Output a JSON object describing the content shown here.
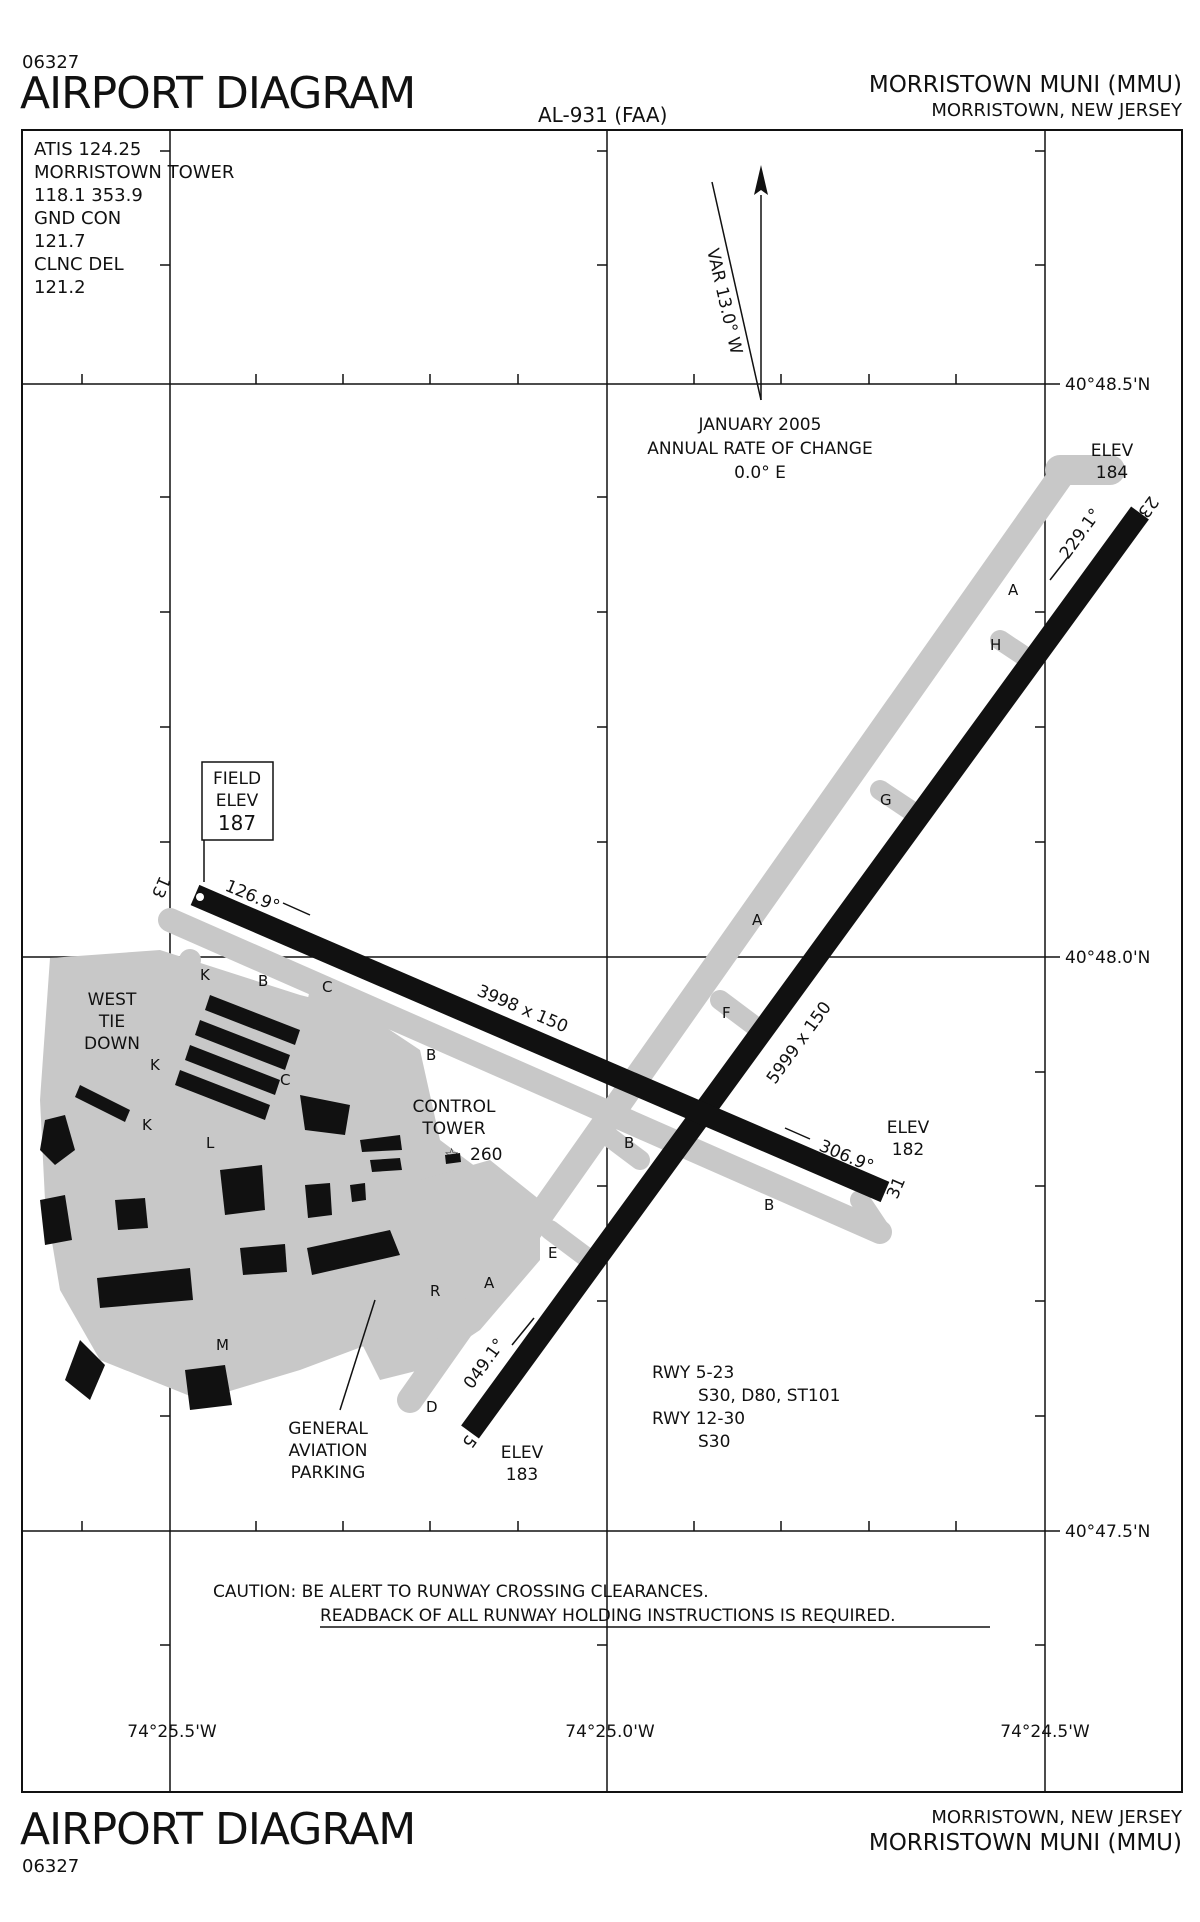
{
  "header": {
    "chart_number": "06327",
    "title": "AIRPORT DIAGRAM",
    "procedure": "AL-931 (FAA)",
    "airport_name": "MORRISTOWN MUNI (MMU)",
    "location": "MORRISTOWN, NEW JERSEY"
  },
  "comms": [
    "ATIS  124.25",
    "MORRISTOWN TOWER",
    "118.1  353.9",
    "GND CON",
    "121.7",
    "CLNC DEL",
    "121.2"
  ],
  "variation": {
    "label": "VAR 13.0° W",
    "date": "JANUARY 2005",
    "rate_title": "ANNUAL RATE OF CHANGE",
    "rate": "0.0° E"
  },
  "grid": {
    "latitudes": [
      "40°48.5'N",
      "40°48.0'N",
      "40°47.5'N"
    ],
    "longitudes": [
      "74°25.5'W",
      "74°25.0'W",
      "74°24.5'W"
    ]
  },
  "field_elev": {
    "line1": "FIELD",
    "line2": "ELEV",
    "value": "187"
  },
  "runway_5_23": {
    "dims": "5999 x 150",
    "end_5": "5",
    "end_23": "23",
    "hdg_5": "049.1°",
    "hdg_23": "229.1°",
    "elev_5": "183",
    "elev_23": "184",
    "elev_label": "ELEV"
  },
  "runway_12_30": {
    "dims": "3998 x 150",
    "end_13": "13",
    "end_31": "31",
    "hdg_13": "126.9°",
    "hdg_31": "306.9°",
    "elev_31": "182",
    "elev_label": "ELEV"
  },
  "taxiways": [
    "A",
    "H",
    "G",
    "A",
    "F",
    "B",
    "C",
    "K",
    "K",
    "K",
    "C",
    "B",
    "L",
    "B",
    "B",
    "R",
    "A",
    "E",
    "M",
    "D"
  ],
  "tower": {
    "line1": "CONTROL",
    "line2": "TOWER",
    "elev": "260"
  },
  "labels": {
    "west_tie_down": [
      "WEST",
      "TIE",
      "DOWN"
    ],
    "ga_parking": [
      "GENERAL",
      "AVIATION",
      "PARKING"
    ]
  },
  "surface": [
    "RWY 5-23",
    "S30, D80, ST101",
    "RWY 12-30",
    "S30"
  ],
  "caution": {
    "line1": "CAUTION: BE ALERT TO RUNWAY CROSSING CLEARANCES.",
    "line2": "READBACK OF ALL RUNWAY HOLDING INSTRUCTIONS IS REQUIRED."
  },
  "footer": {
    "title": "AIRPORT DIAGRAM",
    "chart_number": "06327",
    "location": "MORRISTOWN, NEW JERSEY",
    "airport_name": "MORRISTOWN MUNI (MMU)"
  }
}
